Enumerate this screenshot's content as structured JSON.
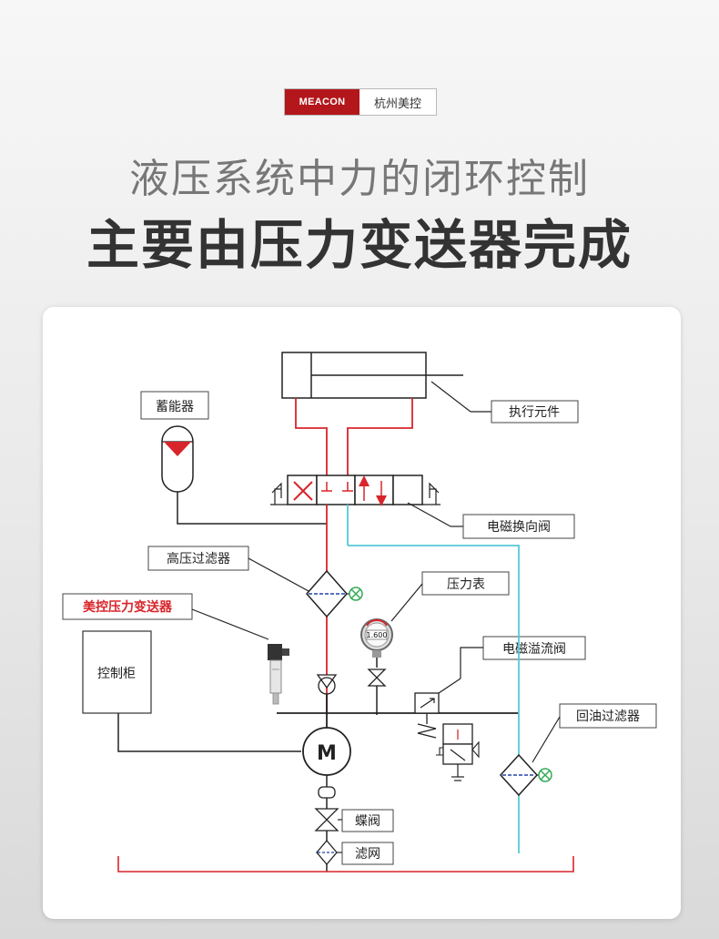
{
  "brand": {
    "logo_text": "MEACON",
    "name": "杭州美控"
  },
  "headline": {
    "line1": "液压系统中力的闭环控制",
    "line2": "主要由压力变送器完成"
  },
  "diagram": {
    "labels": {
      "actuator": "执行元件",
      "accumulator": "蓄能器",
      "solenoid_directional_valve": "电磁换向阀",
      "high_pressure_filter": "高压过滤器",
      "pressure_gauge": "压力表",
      "pressure_transmitter": "美控压力变送器",
      "solenoid_relief_valve": "电磁溢流阀",
      "control_cabinet": "控制柜",
      "return_oil_filter": "回油过滤器",
      "butterfly_valve": "蝶阀",
      "strainer": "滤网",
      "motor": "M",
      "gauge_reading": "1.600"
    },
    "colors": {
      "pressure_line": "#d8252b",
      "return_line": "#55c8d8",
      "line": "#222222",
      "filter_mark": "#33aa55",
      "highlight_text": "#d8252b"
    }
  }
}
